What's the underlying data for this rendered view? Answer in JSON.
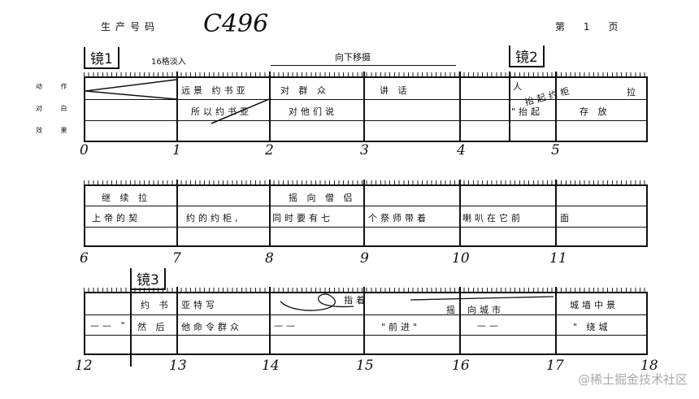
{
  "header": {
    "production_label": "生产号码",
    "production_code": "C496",
    "page_label_prefix": "第",
    "page_number": "1",
    "page_label_suffix": "页"
  },
  "row_labels": [
    "动 作",
    "对 白",
    "效 果"
  ],
  "shots": [
    "镜1",
    "镜2",
    "镜3"
  ],
  "notes": {
    "fade_in": "16格淡入",
    "pan_down": "向下移摄"
  },
  "strip1": {
    "numbers": [
      "0",
      "1",
      "2",
      "3",
      "4",
      "5"
    ],
    "action": [
      "远景 约书亚",
      "对 群 众",
      "讲 话",
      "人",
      "抬起约柜",
      "拉"
    ],
    "dialogue": [
      "所以约书亚",
      "对他们说",
      "\"抬起",
      "存 放"
    ]
  },
  "strip2": {
    "numbers": [
      "6",
      "7",
      "8",
      "9",
      "10",
      "11"
    ],
    "action": [
      "继 续 拉",
      "摇 向 僧 侣"
    ],
    "dialogue": [
      "上帝的契",
      "约的约柜,",
      "同时要有七",
      "个祭师带着",
      "喇叭在它前",
      "面"
    ]
  },
  "strip3": {
    "numbers": [
      "12",
      "13",
      "14",
      "15",
      "16",
      "17",
      "18"
    ],
    "action": [
      "约 书",
      "亚特写",
      "指着",
      "摇",
      "向城市",
      "城墙中景"
    ],
    "dialogue": [
      "—— \"",
      "然 后",
      "他命令群众",
      "——",
      "\"前进\"",
      "——",
      "\" 绕城"
    ]
  },
  "watermark": "@稀土掘金技术社区"
}
